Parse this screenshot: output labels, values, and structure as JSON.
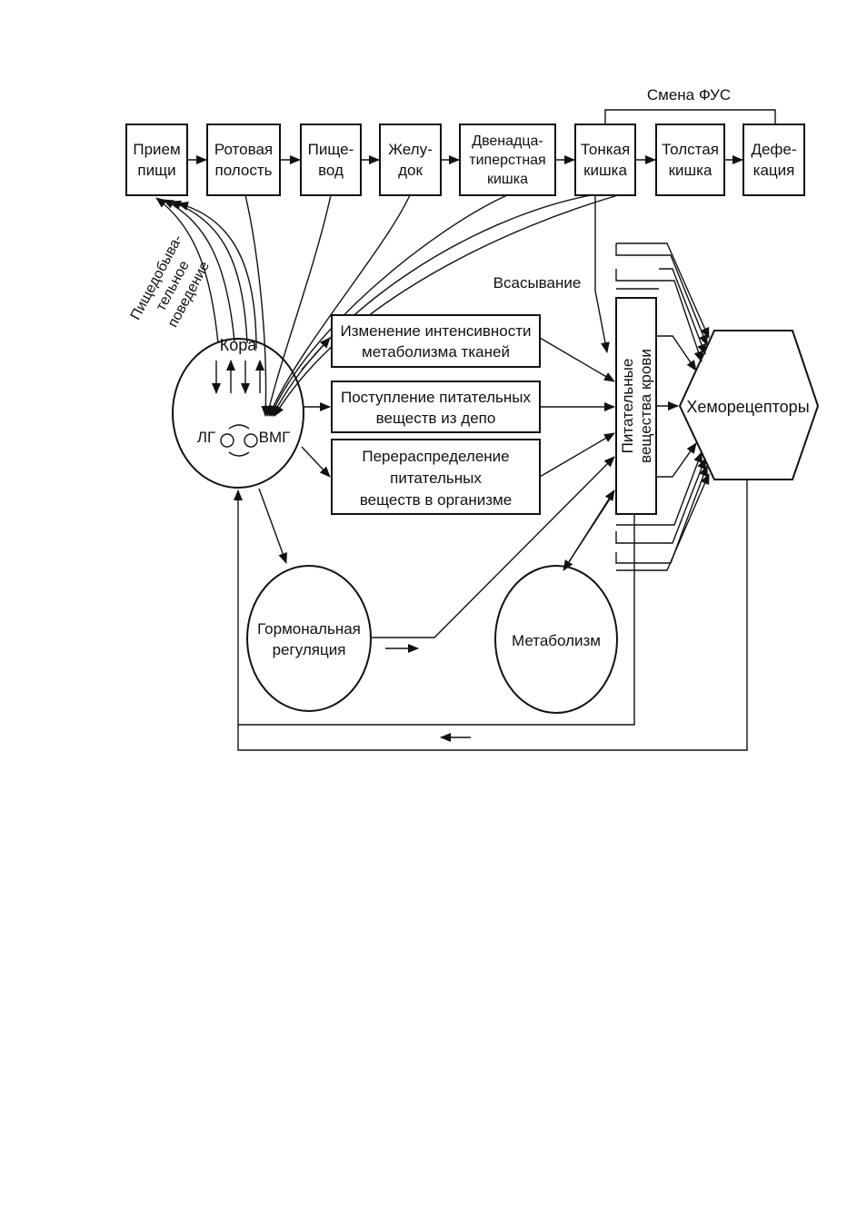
{
  "chain": [
    {
      "line1": "Прием",
      "line2": "пищи"
    },
    {
      "line1": "Ротовая",
      "line2": "полость"
    },
    {
      "line1": "Пище-",
      "line2": "вод"
    },
    {
      "line1": "Желу-",
      "line2": "док"
    },
    {
      "line1": "Двенадца-",
      "line2": "типерстная",
      "line3": "кишка"
    },
    {
      "line1": "Тонкая",
      "line2": "кишка"
    },
    {
      "line1": "Толстая",
      "line2": "кишка"
    },
    {
      "line1": "Дефе-",
      "line2": "кация"
    }
  ],
  "smena_fus": "Смена ФУС",
  "behavior": {
    "line1": "Пищедобыва-",
    "line2": "тельное",
    "line3": "поведение"
  },
  "brain": {
    "cortex": "Кора",
    "lg": "ЛГ",
    "vmg": "ВМГ"
  },
  "absorption": "Всасывание",
  "effects": [
    {
      "line1": "Изменение интенсивности",
      "line2": "метаболизма тканей"
    },
    {
      "line1": "Поступление питательных",
      "line2": "веществ из депо"
    },
    {
      "line1": "Перераспределение",
      "line2": "питательных",
      "line3": "веществ в организме"
    }
  ],
  "blood_nutrients": {
    "line1": "Питательные",
    "line2": "вещества крови"
  },
  "chemoreceptors": "Хеморецепторы",
  "hormonal": {
    "line1": "Гормональная",
    "line2": "регуляция"
  },
  "metabolism": "Метаболизм"
}
